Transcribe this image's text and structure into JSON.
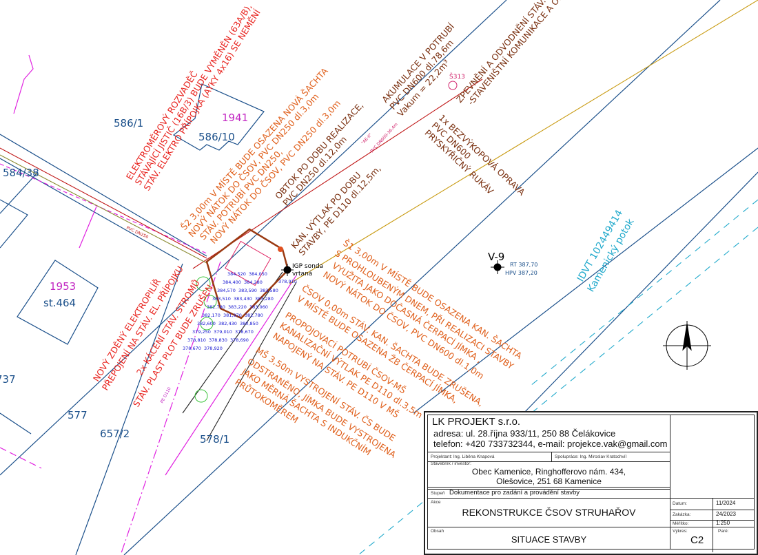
{
  "parcels": {
    "p586_1": "586/1",
    "p584_38": "584/38",
    "p1953": "1953",
    "st464": "st.464",
    "p737": "737",
    "p577": "577",
    "p657_2": "657/2",
    "p578_1": "578/1",
    "p1941": "1941",
    "p586_10": "586/10"
  },
  "annotations": {
    "elektro": [
      "ELEKTROMĚROVÝ ROZVADĚČ",
      "STÁVAJÍCÍ JISTIČ (16B/3) BUDE VYMĚNĚN (63A/B),",
      "STÁV. ELEKTRO PŘÍPOJKA (AYKY 4x16) SE NEMĚNÍ"
    ],
    "s2": [
      "Š2 3,00m V MÍSTĚ BUDE OSAZENA NOVÁ ŠACHTA",
      "NOVÝ NÁTOK DO ČSOV, PVC DN250 dl.3,0m",
      "STÁV. POTRUBÍ PVC DN250,",
      "NOVÝ NÁTOK DO ČSOV, PVC DN250 dl.3,0m"
    ],
    "obtok": [
      "OBTOK PO DOBU REALIZACE,",
      "PVC DN250 dl.12,0m"
    ],
    "vytlak": [
      "KAN. VÝTLAK PO DOBU",
      "STAVBY, PE D110 dl.12,5m,"
    ],
    "akumulace": [
      "AKUMULACE V POTRUBÍ",
      "PVC DN600 dl.78,6m",
      "Vakum = 22,2m³"
    ],
    "zpevneni": [
      "ZPEVNĚNÍ A ODVODNĚNÍ STÁV. CESTY",
      "-STAVENIŠTNÍ KOMUNIKACE A OBRATIŠTĚ"
    ],
    "oprava": [
      "1x BEZVÝKOPOVÁ OPRAVA",
      "PVC DN600",
      "PRYSKYŘIČNÝ RUKÁV"
    ],
    "s1": [
      "Š1 3,00m V MÍSTĚ BUDE OSAZENA KAN. ŠACHTA",
      "S PROHLOUBENÝM DNEM, PŘI REALIZACI STAVBY",
      "VYUŽITA JAKO DOČASNÁ ČERPACÍ JÍMKA ,",
      "NOVÝ NÁTOK DO ČSOV, PVC DN600 dl.1,0m",
      "ČSOV 0,00m STÁV. KAN. ŠACHTA BUDE ZRUŠENA,",
      "V MÍSTĚ BUDE OSAZENA ŽB ČERPACÍ JÍMKA,",
      "PROPOJOVACÍ POTRUBÍ ČSOV-MŠ",
      "KANALIZAČNÍ VÝTLAK PE D110 dl.3,5m",
      "NAPOJENÝ NA STÁV. PE D110 V MŠ",
      "MŠ 3,50m VYSTROJENÍ STÁV. ČS BUDE",
      "ODSTRANĚNO, JÍMKA BUDE VYSTROJENA",
      "JAKO MĚRNÁ ŠACHTA S INDUKČNÍM",
      "PRŮTOKOMĚREM"
    ],
    "pilir": [
      "NOVÝ ZDĚNÝ ELEKTROPILÍŘ",
      "PŘEPOJENÍ NA STÁV. EL. PŘÍPOJKU",
      "2x KÁCENÍ STÁV. STROMŮ",
      "STÁV. PLAST PLOT BUDE ZRUŠEN"
    ],
    "s313": "Š313",
    "ae": "\"AE-II\"",
    "pvc600": "PVC DN600-36,4m",
    "pvc250": "PVC DN250",
    "ped110": "PE D110",
    "igp": [
      "IGP sonda",
      "vrtaná"
    ],
    "igp_elev": "378,910",
    "v9": "V-9",
    "rt": "RT 387,70",
    "hpv": "HPV 387,20",
    "potok": [
      "IDVT 102449414",
      "Kamenický potok"
    ]
  },
  "elevations": [
    "384,520",
    "384,050",
    "384,400",
    "384,280",
    "384,570",
    "383,590",
    "383,580",
    "383,510",
    "383,430",
    "383,280",
    "382,780",
    "383,220",
    "383,060",
    "382,170",
    "381,970",
    "382,780",
    "382,600",
    "382,430",
    "380,850",
    "379,250",
    "379,010",
    "378,670",
    "378,810",
    "378,830",
    "378,690",
    "378,670",
    "378,920"
  ],
  "title_block": {
    "company": "LK PROJEKT s.r.o.",
    "address": "adresa: ul. 28.října 933/11, 250 88 Čelákovice",
    "contact": "telefon: +420 733732344, e-mail: projekce.vak@gmail.com",
    "projektant": "Projektant: Ing. Liběna Knapová",
    "spoluprace": "Spolupráce: Ing. Miroslav Kratochvíl",
    "investor_label": "Stavebník / investor:",
    "investor_line1": "Obec Kamenice, Ringhofferovo nám. 434,",
    "investor_line2": "Olešovice, 251 68 Kamenice",
    "stupen_label": "Stupeň",
    "stupen": "Dokumentace pro zadání a provádění stavby",
    "akce_label": "Akce",
    "akce": "REKONSTRUKCE ČSOV STRUHAŘOV",
    "obsah_label": "Obsah",
    "obsah": "SITUACE STAVBY",
    "datum_label": "Datum:",
    "datum": "11/2024",
    "zakazka_label": "Zakázka:",
    "zakazka": "24/2023",
    "meritko_label": "Měřítko:",
    "meritko": "1:250",
    "vykres_label": "Výkres:",
    "vykres": "C2",
    "pare_label": "Paré:"
  }
}
